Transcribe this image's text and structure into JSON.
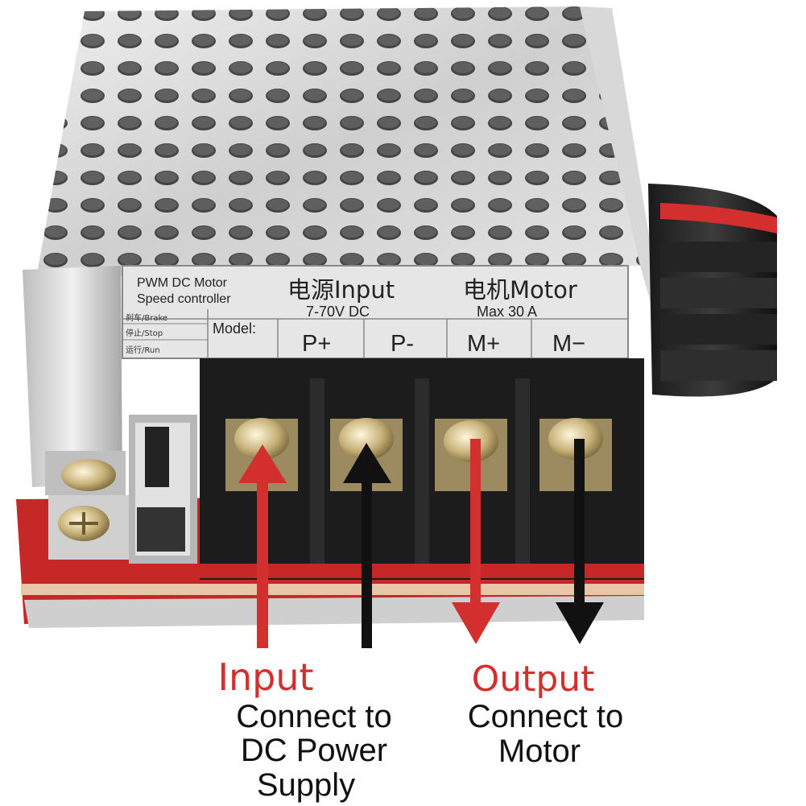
{
  "label_plate": {
    "product_line1": "PWM DC Motor",
    "product_line2": "Speed controller",
    "input_title": "电源Input",
    "input_spec": "7-70V DC",
    "motor_title": "电机Motor",
    "motor_spec": "Max  30  A",
    "model": "Model:",
    "mode_brake": "刹车/Brake",
    "mode_stop": "停止/Stop",
    "mode_run": "运行/Run"
  },
  "terminals": [
    "P+",
    "P-",
    "M+",
    "M−"
  ],
  "annotations": {
    "input_heading": "Input",
    "input_desc_line1": "Connect to",
    "input_desc_line2": "DC Power",
    "input_desc_line3": "Supply",
    "output_heading": "Output",
    "output_desc_line1": "Connect to",
    "output_desc_line2": "Motor"
  },
  "colors": {
    "accent_red": "#d32f2f",
    "arrow_black": "#111111",
    "pcb_red": "#c62828"
  }
}
